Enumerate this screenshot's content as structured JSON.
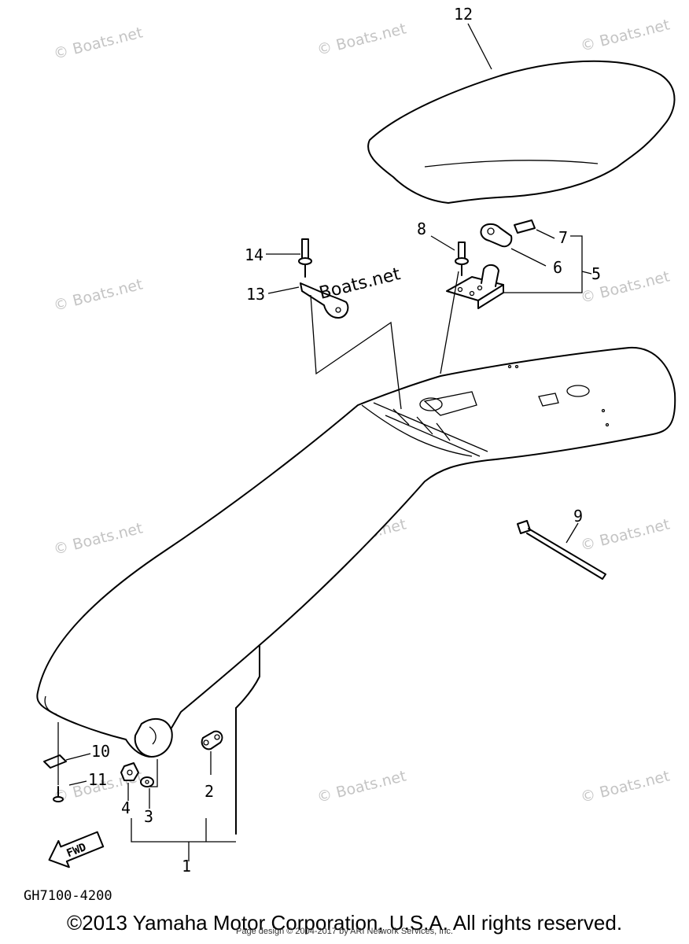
{
  "diagram": {
    "callouts": [
      "1",
      "2",
      "3",
      "4",
      "5",
      "6",
      "7",
      "8",
      "9",
      "10",
      "11",
      "12",
      "13",
      "14"
    ],
    "watermark": "© Boats.net",
    "watermark_inline": "Boats.net",
    "fwd_label": "FWD",
    "part_code": "GH7100-4200"
  },
  "footer": {
    "copyright": "©2013 Yamaha Motor Corporation, U.S.A. All rights reserved.",
    "page_design": "Page design © 2004-2017 by ARI Network Services, Inc."
  },
  "colors": {
    "line": "#000000",
    "watermark": "#c4c4c4",
    "background": "#ffffff"
  }
}
